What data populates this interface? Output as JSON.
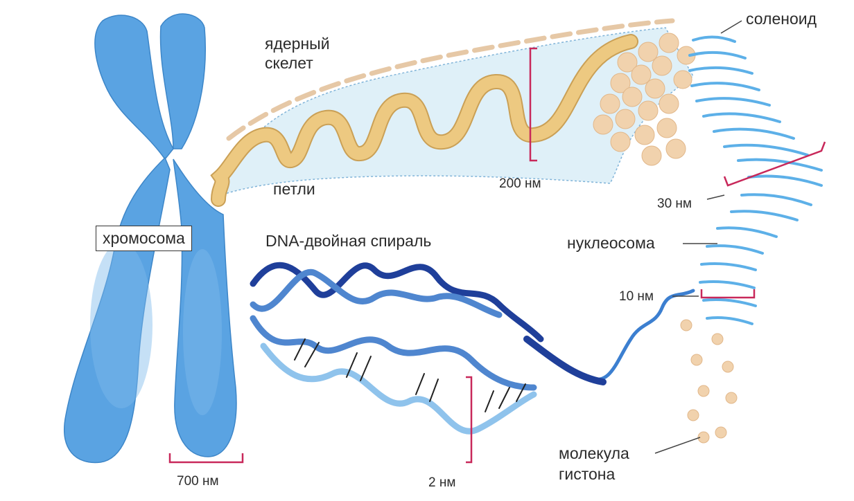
{
  "labels": {
    "nuclear_skeleton_line1": "ядерный",
    "nuclear_skeleton_line2": "скелет",
    "solenoid": "соленоид",
    "loops": "петли",
    "size_200nm": "200 нм",
    "size_30nm": "30 нм",
    "chromosome": "хромосома",
    "dna_helix": "DNA-двойная спираль",
    "nucleosome": "нуклеосома",
    "size_10nm": "10 нм",
    "size_700nm": "700 нм",
    "size_2nm": "2 нм",
    "histone_line1": "молекула",
    "histone_line2": "гистона"
  },
  "colors": {
    "chromosome_blue": "#5aa3e2",
    "chromosome_shade": "#7fbaec",
    "fiber_tan": "#edc981",
    "fiber_outline": "#caa056",
    "loop_region": "#d8ecf6",
    "bead_peach": "#f1d2ad",
    "solenoid_blue": "#5db0e8",
    "dna_dark": "#1f3f9a",
    "dna_mid": "#4f86cf",
    "dna_light": "#8fc3ec",
    "scale_magenta": "#c8285a"
  }
}
